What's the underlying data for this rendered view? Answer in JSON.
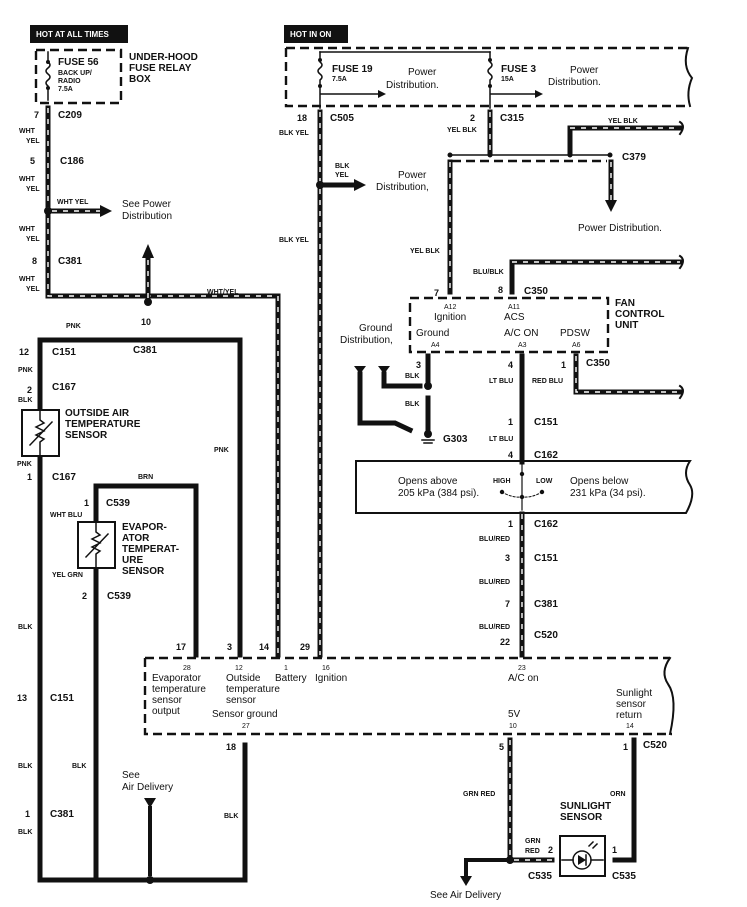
{
  "diagram": {
    "hot_at_all_times": "HOT AT ALL TIMES",
    "hot_in_on": "HOT IN ON",
    "underhood": {
      "box_label": [
        "UNDER-HOOD",
        "FUSE RELAY",
        "BOX"
      ],
      "fuse56": {
        "name": "FUSE 56",
        "desc1": "BACK UP/",
        "desc2": "RADIO",
        "rating": "7.5A"
      }
    },
    "dash_box": {
      "fuse19": {
        "name": "FUSE 19",
        "rating": "7.5A",
        "dist1": "Power",
        "dist2": "Distribution."
      },
      "fuse3": {
        "name": "FUSE 3",
        "rating": "15A",
        "dist1": "Power",
        "dist2": "Distribution."
      }
    },
    "left_chain": {
      "c209_pin": "7",
      "c209": "C209",
      "wire1a": "WHT",
      "wire1b": "YEL",
      "c186_pin": "5",
      "c186": "C186",
      "wire2a": "WHT",
      "wire2b": "YEL",
      "branch_wire": "WHT YEL",
      "see_power1": "See Power",
      "see_power2": "Distribution",
      "wire3a": "WHT",
      "wire3b": "YEL",
      "c381_pin": "8",
      "c381": "C381",
      "wire4a": "WHT",
      "wire4b": "YEL",
      "horiz_wire": "WHT/YEL"
    },
    "pnk_loop": {
      "wire_top": "PNK",
      "c381_pin": "10",
      "c381": "C381",
      "c151_pin": "12",
      "c151": "C151",
      "wire_pnk": "PNK",
      "c167a_pin": "2",
      "c167a": "C167",
      "wire_blk": "BLK",
      "sensor": [
        "OUTSIDE AIR",
        "TEMPERATURE",
        "SENSOR"
      ],
      "wire_pnk2": "PNK",
      "c167b_pin": "1",
      "c167b": "C167",
      "wire_right": "PNK"
    },
    "evap": {
      "wire_top": "BRN",
      "c539a_pin": "1",
      "c539a": "C539",
      "wire_a": "WHT BLU",
      "sensor": [
        "EVAPOR-",
        "ATOR",
        "TEMPERAT-",
        "URE",
        "SENSOR"
      ],
      "wire_b": "YEL GRN",
      "c539b_pin": "2",
      "c539b": "C539"
    },
    "left_bottom": {
      "wire_blk1": "BLK",
      "c151_pin": "13",
      "c151": "C151",
      "wire_blk2": "BLK",
      "c381_pin": "1",
      "c381": "C381",
      "wire_blk3": "BLK",
      "wire_blk4": "BLK",
      "see1": "See",
      "see2": "Air Delivery",
      "wire_blk5": "BLK"
    },
    "center": {
      "c505_pin": "18",
      "c505": "C505",
      "wire_blkyel": "BLK YEL",
      "branch_wire1": "BLK",
      "branch_wire2": "YEL",
      "pd1": "Power",
      "pd2": "Distribution,",
      "wire_blkyel2": "BLK YEL"
    },
    "right_top": {
      "c315_pin": "2",
      "c315": "C315",
      "wire_yelblk": "YEL BLK",
      "wire_top_right": "YEL BLK",
      "c379": "C379",
      "pd_down": "Power Distribution.",
      "wire_yelblk2": "YEL BLK",
      "wire_blublk": "BLU/BLK"
    },
    "fcu": {
      "title": [
        "FAN",
        "CONTROL",
        "UNIT"
      ],
      "c350_top": "C350",
      "pin7": "7",
      "pin8": "8",
      "a12": "A12",
      "ignition": "Ignition",
      "a11": "A11",
      "acs": "ACS",
      "ground": "Ground",
      "a4": "A4",
      "acon": "A/C ON",
      "a3": "A3",
      "pdsw": "PDSW",
      "a6": "A6",
      "ground_dist1": "Ground",
      "ground_dist2": "Distribution,"
    },
    "fcu_below": {
      "pin3": "3",
      "wire_blk": "BLK",
      "wire_blk2": "BLK",
      "g303": "G303",
      "pin4": "4",
      "wire_ltblu": "LT BLU",
      "pin1": "1",
      "wire_redblu": "RED BLU",
      "c350": "C350",
      "c151_pin": "1",
      "c151": "C151",
      "wire_ltblu2": "LT BLU",
      "c162_pin": "4",
      "c162": "C162"
    },
    "pressure_switch": {
      "left1": "Opens above",
      "left2": "205 kPa (384 psi).",
      "high": "HIGH",
      "low": "LOW",
      "right1": "Opens below",
      "right2": "231 kPa (34 psi)."
    },
    "blured_chain": {
      "c162_pin": "1",
      "c162": "C162",
      "w1": "BLU/RED",
      "c151_pin": "3",
      "c151": "C151",
      "w2": "BLU/RED",
      "c381_pin": "7",
      "c381": "C381",
      "w3": "BLU/RED",
      "c520_pin": "22",
      "c520": "C520"
    },
    "ecu_pins_top": {
      "p17": "17",
      "p3": "3",
      "p14": "14",
      "p29": "29"
    },
    "ecu": {
      "t28": "28",
      "evap1": "Evaporator",
      "evap2": "temperature",
      "evap3": "sensor",
      "evap4": "output",
      "t12": "12",
      "out1": "Outside",
      "out2": "temperature",
      "out3": "sensor",
      "t1": "1",
      "battery": "Battery",
      "t16": "16",
      "ignition": "Ignition",
      "t23": "23",
      "acon": "A/C on",
      "sg": "Sensor ground",
      "t27": "27",
      "v5": "5V",
      "t10": "10",
      "sun1": "Sunlight",
      "sun2": "sensor",
      "sun3": "return",
      "t14": "14"
    },
    "ecu_bottom": {
      "p18": "18",
      "p5": "5",
      "p1": "1",
      "c520": "C520",
      "wire_grnred": "GRN RED",
      "wire_orn": "ORN",
      "sun_sensor1": "SUNLIGHT",
      "sun_sensor2": "SENSOR",
      "wire_grn": "GRN",
      "wire_red": "RED",
      "c535_pin2": "2",
      "c535_pin1": "1",
      "c535a": "C535",
      "c535b": "C535",
      "see_air": "See Air Delivery"
    }
  }
}
